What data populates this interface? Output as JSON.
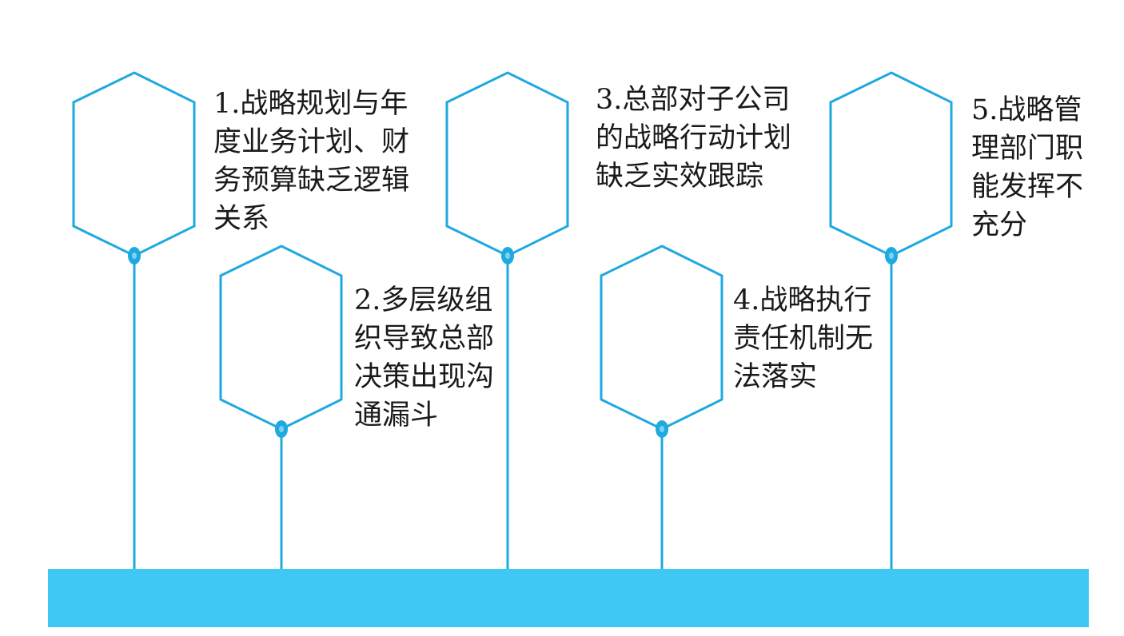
{
  "colors": {
    "accent": "#1ea9df",
    "base_bar": "#40c8f4",
    "text": "#1a1a1a"
  },
  "items": [
    {
      "lines": [
        "1.战略规划与年",
        "度业务计划、财",
        "务预算缺乏逻辑",
        "关系"
      ]
    },
    {
      "lines": [
        "2.多层级组",
        "织导致总部",
        "决策出现沟",
        "通漏斗"
      ]
    },
    {
      "lines": [
        "3.总部对子公司",
        "的战略行动计划",
        "缺乏实效跟踪"
      ]
    },
    {
      "lines": [
        "4.战略执行",
        "责任机制无",
        "法落实"
      ]
    },
    {
      "lines": [
        "5.战略管",
        "理部门职",
        "能发挥不",
        "充分"
      ]
    }
  ]
}
